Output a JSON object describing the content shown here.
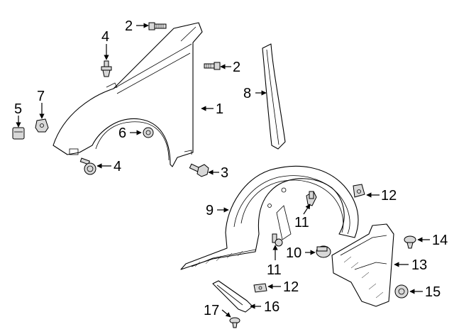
{
  "callouts": [
    {
      "id": "c1",
      "number": "1"
    },
    {
      "id": "c2a",
      "number": "2"
    },
    {
      "id": "c2b",
      "number": "2"
    },
    {
      "id": "c3",
      "number": "3"
    },
    {
      "id": "c4a",
      "number": "4"
    },
    {
      "id": "c4b",
      "number": "4"
    },
    {
      "id": "c5",
      "number": "5"
    },
    {
      "id": "c6",
      "number": "6"
    },
    {
      "id": "c7",
      "number": "7"
    },
    {
      "id": "c8",
      "number": "8"
    },
    {
      "id": "c9",
      "number": "9"
    },
    {
      "id": "c10",
      "number": "10"
    },
    {
      "id": "c11a",
      "number": "11"
    },
    {
      "id": "c11b",
      "number": "11"
    },
    {
      "id": "c12a",
      "number": "12"
    },
    {
      "id": "c12b",
      "number": "12"
    },
    {
      "id": "c13",
      "number": "13"
    },
    {
      "id": "c14",
      "number": "14"
    },
    {
      "id": "c15",
      "number": "15"
    },
    {
      "id": "c16",
      "number": "16"
    },
    {
      "id": "c17",
      "number": "17"
    }
  ]
}
